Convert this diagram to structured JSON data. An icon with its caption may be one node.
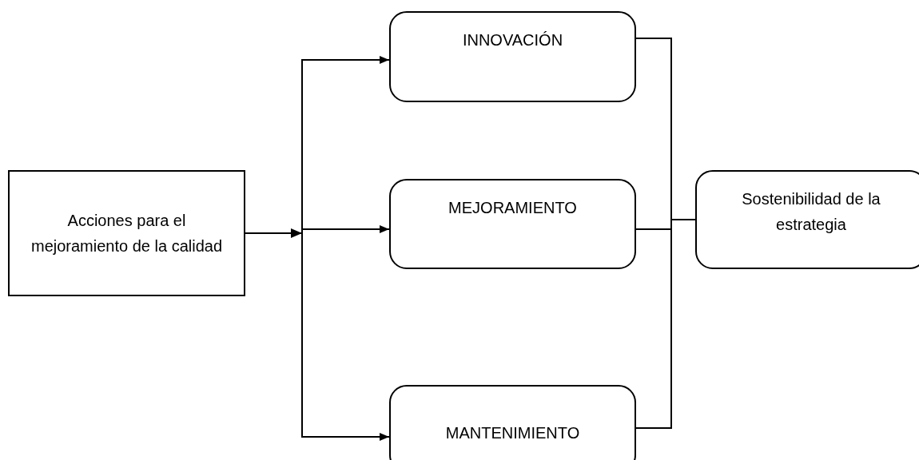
{
  "diagram": {
    "nodes": [
      {
        "text": [
          "Acciones para el mejoramiento de la calidad"
        ]
      },
      {
        "text": [
          "INNOVACIÓN"
        ]
      },
      {
        "text": [
          "MEJORAMIENTO"
        ]
      },
      {
        "text": [
          "MANTENIMIENTO"
        ]
      },
      {
        "text": [
          "Sostenibilidad de la estrategia"
        ]
      }
    ],
    "edges": [
      {
        "from": 0,
        "to": 1,
        "arrow": "to"
      },
      {
        "from": 0,
        "to": 2,
        "arrow": "to"
      },
      {
        "from": 0,
        "to": 3,
        "arrow": "to"
      },
      {
        "from": 1,
        "to": 4,
        "arrow": "none"
      },
      {
        "from": 2,
        "to": 4,
        "arrow": "none"
      },
      {
        "from": 3,
        "to": 4,
        "arrow": "none"
      }
    ]
  }
}
